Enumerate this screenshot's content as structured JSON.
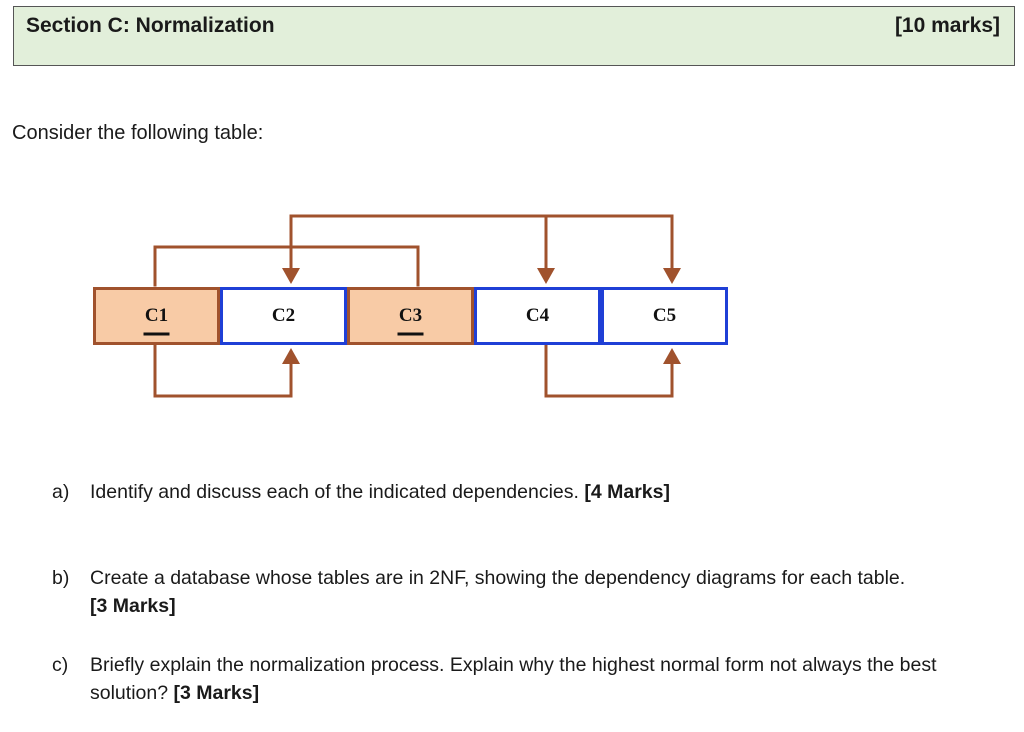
{
  "header": {
    "title": "Section C: Normalization",
    "marks": "[10 marks]"
  },
  "intro": "Consider the following table:",
  "diagram": {
    "cells": [
      {
        "label": "C1",
        "key": true,
        "fill": "#f8cba6",
        "border": "#a0522d"
      },
      {
        "label": "C2",
        "key": false,
        "fill": "#ffffff",
        "border": "#1f3fd6"
      },
      {
        "label": "C3",
        "key": true,
        "fill": "#f8cba6",
        "border": "#a0522d"
      },
      {
        "label": "C4",
        "key": false,
        "fill": "#ffffff",
        "border": "#1f3fd6"
      },
      {
        "label": "C5",
        "key": false,
        "fill": "#ffffff",
        "border": "#1f3fd6"
      }
    ],
    "arrow_color": "#a0522d"
  },
  "questions": [
    {
      "letter": "a)",
      "text": "Identify and discuss each of the indicated dependencies. ",
      "marks": "[4 Marks]"
    },
    {
      "letter": "b)",
      "text": "Create a database whose tables are in 2NF, showing the dependency diagrams for each table. ",
      "marks": "[3 Marks]"
    },
    {
      "letter": "c)",
      "text": "Briefly explain the normalization process. Explain why the highest normal form not always the best solution? ",
      "marks": "[3 Marks]"
    }
  ]
}
